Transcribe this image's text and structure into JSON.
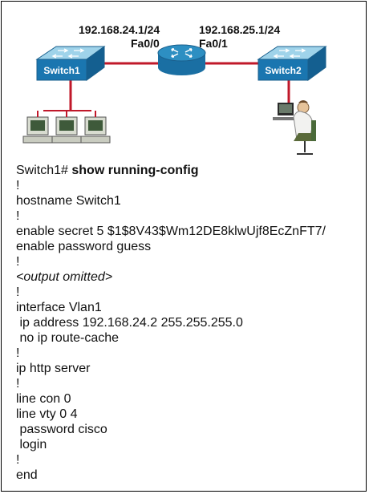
{
  "diagram": {
    "switch1": {
      "label": "Switch1"
    },
    "switch2": {
      "label": "Switch2"
    },
    "router": {
      "left_ip": "192.168.24.1/24",
      "left_if": "Fa0/0",
      "right_ip": "192.168.25.1/24",
      "right_if": "Fa0/1"
    },
    "colors": {
      "switch_top": "#9fd3ea",
      "switch_face": "#1a76b0",
      "router": "#2d8fc2",
      "link": "#c0182a"
    }
  },
  "config": {
    "prompt": "Switch1# ",
    "command": "show running-config",
    "lines": [
      {
        "text": "!",
        "style": "normal"
      },
      {
        "text": "hostname Switch1",
        "style": "normal"
      },
      {
        "text": "!",
        "style": "normal"
      },
      {
        "text": "enable secret 5 $1$8V43$Wm12DE8klwUjf8EcZnFT7/",
        "style": "normal"
      },
      {
        "text": "enable password guess",
        "style": "normal"
      },
      {
        "text": "!",
        "style": "normal"
      },
      {
        "text": "<output omitted>",
        "style": "italic"
      },
      {
        "text": "!",
        "style": "normal"
      },
      {
        "text": "interface Vlan1",
        "style": "normal"
      },
      {
        "text": " ip address 192.168.24.2 255.255.255.0",
        "style": "normal"
      },
      {
        "text": " no ip route-cache",
        "style": "normal"
      },
      {
        "text": "!",
        "style": "normal"
      },
      {
        "text": "ip http server",
        "style": "normal"
      },
      {
        "text": "!",
        "style": "normal"
      },
      {
        "text": "line con 0",
        "style": "normal"
      },
      {
        "text": "line vty 0 4",
        "style": "normal"
      },
      {
        "text": " password cisco",
        "style": "normal"
      },
      {
        "text": " login",
        "style": "normal"
      },
      {
        "text": "!",
        "style": "normal"
      },
      {
        "text": "end",
        "style": "normal"
      }
    ]
  }
}
